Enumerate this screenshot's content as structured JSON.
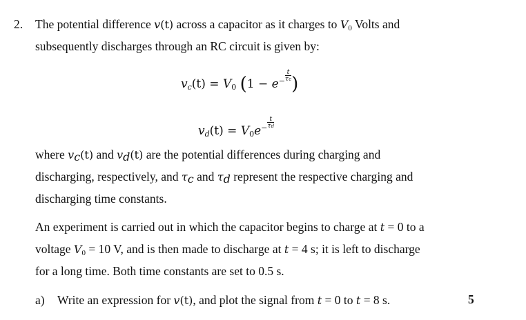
{
  "question": {
    "number": "2.",
    "intro_line1_a": "The potential difference ",
    "intro_v": "v",
    "intro_t": "(t)",
    "intro_line1_b": " across a capacitor as it charges to ",
    "V0": "V",
    "V0_sub": "0",
    "intro_line1_c": " Volts and",
    "intro_line2": "subsequently discharges through an RC circuit is given by:"
  },
  "equations": {
    "charging": {
      "lhs_v": "v",
      "lhs_sub": "c",
      "lhs_arg": "(t) = ",
      "V": "V",
      "V_sub": "0",
      "one_minus": "1 − ",
      "e": "e",
      "minus": "−",
      "num": "t",
      "den": "τ",
      "den_sub": "c"
    },
    "discharging": {
      "lhs_v": "v",
      "lhs_sub": "d",
      "lhs_arg": "(t) = ",
      "V": "V",
      "V_sub": "0",
      "e": "e",
      "minus": "−",
      "num": "t",
      "den": "τ",
      "den_sub": "d"
    }
  },
  "where": {
    "p1a": "where ",
    "vc": "v",
    "vc_sub": "c",
    "t1": "(t)",
    "p1b": " and ",
    "vd": "v",
    "vd_sub": "d",
    "t2": "(t)",
    "p1c": " are the potential differences during charging and",
    "p2a": "discharging, respectively, and ",
    "tc": "τ",
    "tc_sub": "c",
    "p2b": " and  ",
    "td": "τ",
    "td_sub": "d",
    "p2c": " represent the respective charging and",
    "p3": "discharging time constants."
  },
  "experiment": {
    "l1a": "An experiment is carried out in which the capacitor begins to charge at  ",
    "l1t": "t",
    "l1b": " = 0 to a",
    "l2a": "voltage ",
    "l2V": "V",
    "l2Vsub": "0",
    "l2b": " = 10 V, and is then made to discharge at ",
    "l2t": "t",
    "l2c": " = 4 s; it is left to discharge",
    "l3": "for a long time. Both time constants are set to 0.5 s."
  },
  "part_a": {
    "label": "a)",
    "text_a": "Write an expression for ",
    "v": "v",
    "arg": "(t)",
    "text_b": ", and plot the signal from ",
    "t1": "t",
    "text_c": " = 0 to ",
    "t2": "t",
    "text_d": " = 8 s.",
    "marks": "5"
  }
}
